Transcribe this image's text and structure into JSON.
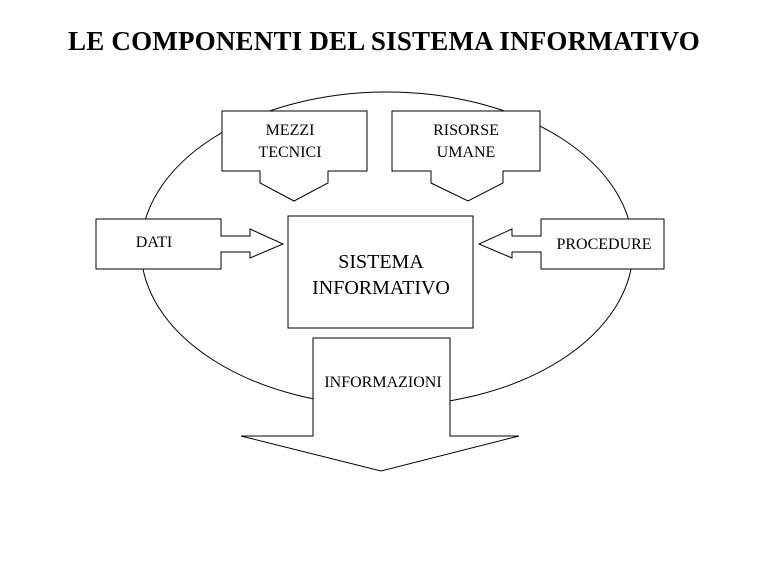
{
  "title": "LE COMPONENTI DEL SISTEMA INFORMATIVO",
  "diagram": {
    "center": {
      "line1": "SISTEMA",
      "line2": "INFORMATIVO"
    },
    "inputs": {
      "technical_means": {
        "line1": "MEZZI",
        "line2": "TECNICI"
      },
      "human_resources": {
        "line1": "RISORSE",
        "line2": "UMANE"
      },
      "data": "DATI",
      "procedures": "PROCEDURE"
    },
    "output": "INFORMAZIONI"
  }
}
